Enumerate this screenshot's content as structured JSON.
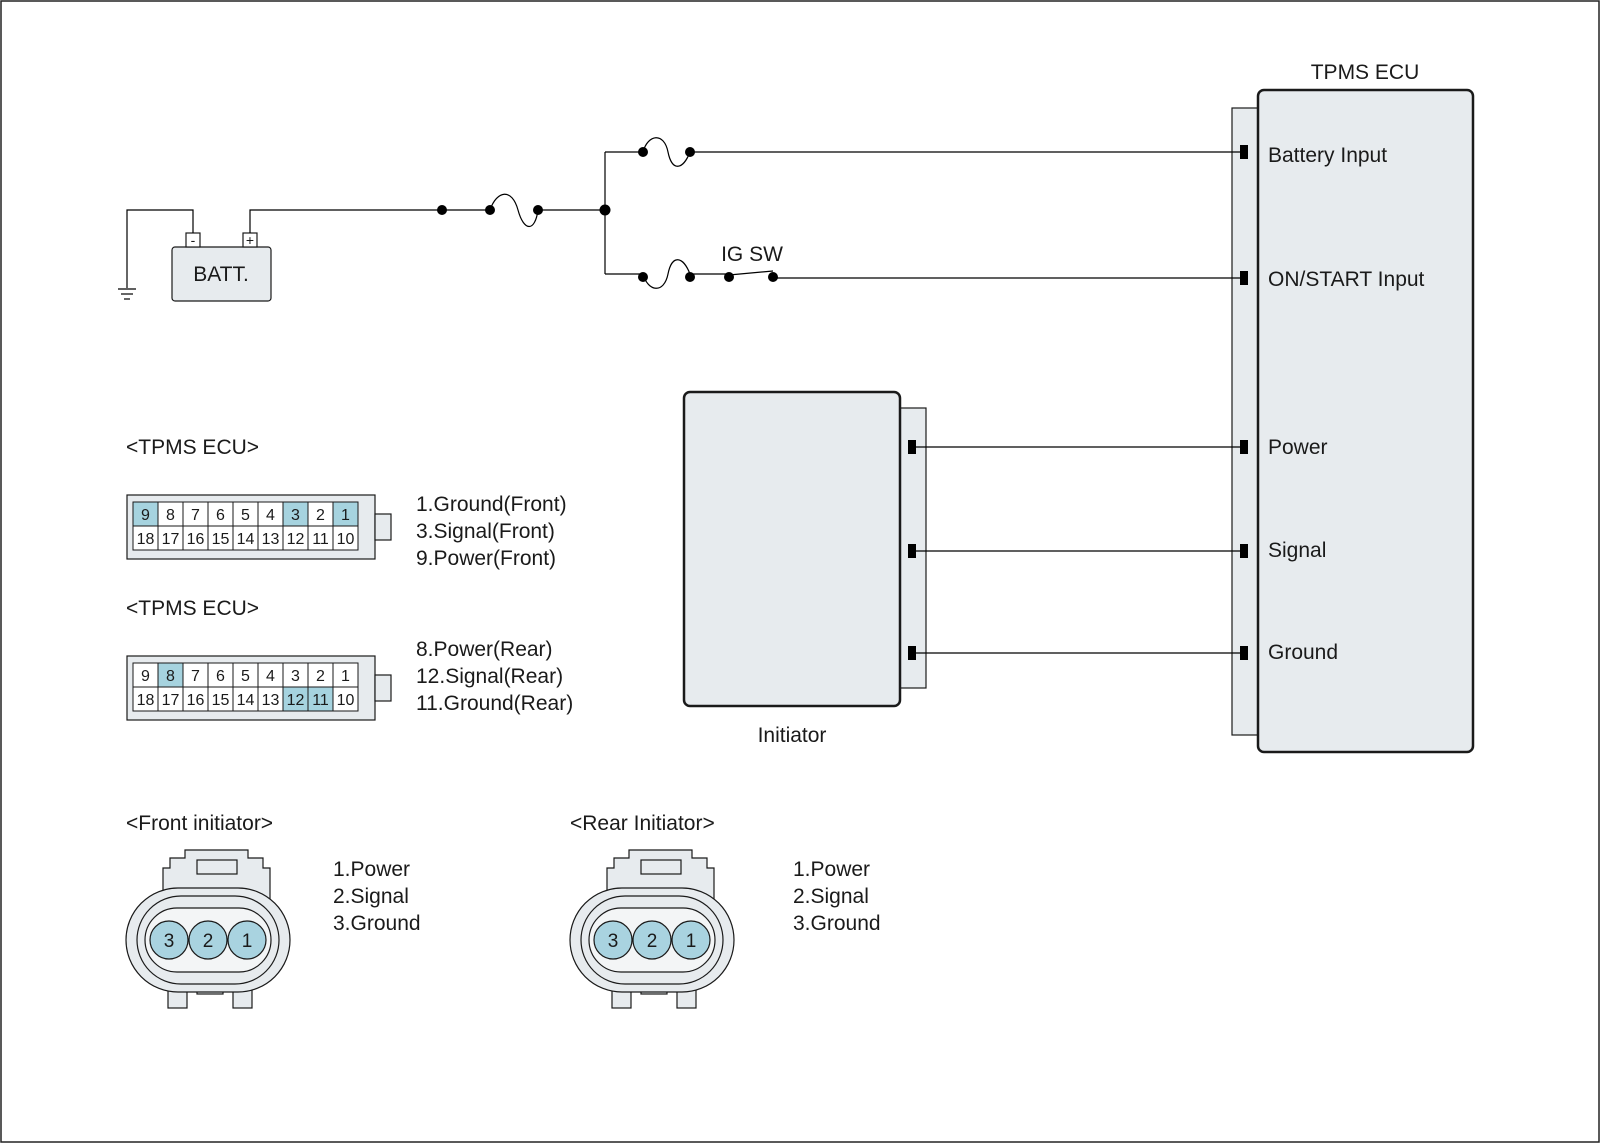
{
  "colors": {
    "wire": "#000000",
    "box_fill": "#e7ebee",
    "box_stroke": "#1a1a1a",
    "pin_highlight": "#a6d3df",
    "cavity_fill": "#a9d3e0"
  },
  "battery": {
    "label": "BATT.",
    "neg": "-",
    "pos": "+"
  },
  "ig_switch": {
    "label": "IG SW"
  },
  "ecu": {
    "title": "TPMS ECU",
    "pins": [
      "Battery Input",
      "ON/START Input",
      "Power",
      "Signal",
      "Ground"
    ]
  },
  "initiator": {
    "label": "Initiator"
  },
  "connectors": [
    {
      "title": "<TPMS ECU>",
      "top_row": [
        "9",
        "8",
        "7",
        "6",
        "5",
        "4",
        "3",
        "2",
        "1"
      ],
      "bottom_row": [
        "18",
        "17",
        "16",
        "15",
        "14",
        "13",
        "12",
        "11",
        "10"
      ],
      "highlighted": [
        "9",
        "3",
        "1"
      ],
      "legend": [
        "1.Ground(Front)",
        "3.Signal(Front)",
        "9.Power(Front)"
      ]
    },
    {
      "title": "<TPMS ECU>",
      "top_row": [
        "9",
        "8",
        "7",
        "6",
        "5",
        "4",
        "3",
        "2",
        "1"
      ],
      "bottom_row": [
        "18",
        "17",
        "16",
        "15",
        "14",
        "13",
        "12",
        "11",
        "10"
      ],
      "highlighted": [
        "8",
        "12",
        "11"
      ],
      "legend": [
        "8.Power(Rear)",
        "12.Signal(Rear)",
        "11.Ground(Rear)"
      ]
    }
  ],
  "initiator_connectors": [
    {
      "title": "<Front initiator>",
      "cavities": [
        "3",
        "2",
        "1"
      ],
      "legend": [
        "1.Power",
        "2.Signal",
        "3.Ground"
      ]
    },
    {
      "title": "<Rear Initiator>",
      "cavities": [
        "3",
        "2",
        "1"
      ],
      "legend": [
        "1.Power",
        "2.Signal",
        "3.Ground"
      ]
    }
  ]
}
